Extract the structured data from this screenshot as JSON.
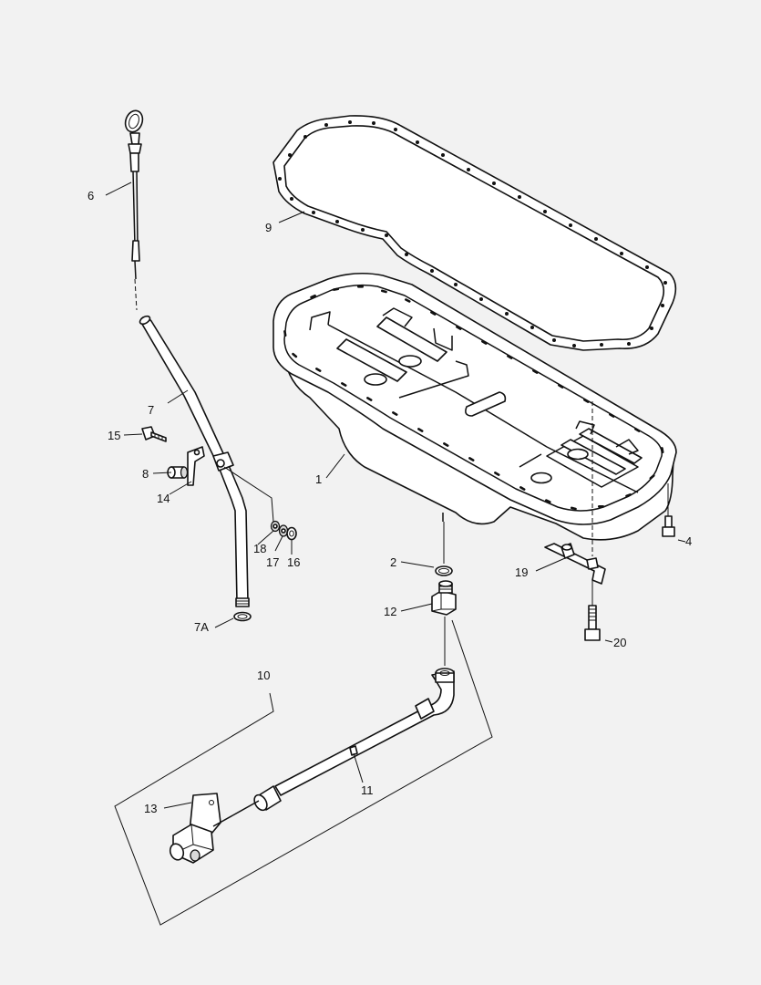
{
  "callouts": [
    {
      "id": "c1",
      "text": "1"
    },
    {
      "id": "c2",
      "text": "2"
    },
    {
      "id": "c4",
      "text": "4"
    },
    {
      "id": "c6",
      "text": "6"
    },
    {
      "id": "c7",
      "text": "7"
    },
    {
      "id": "c7a",
      "text": "7A"
    },
    {
      "id": "c8",
      "text": "8"
    },
    {
      "id": "c9",
      "text": "9"
    },
    {
      "id": "c10",
      "text": "10"
    },
    {
      "id": "c11",
      "text": "11"
    },
    {
      "id": "c12",
      "text": "12"
    },
    {
      "id": "c13",
      "text": "13"
    },
    {
      "id": "c14",
      "text": "14"
    },
    {
      "id": "c15",
      "text": "15"
    },
    {
      "id": "c16",
      "text": "16"
    },
    {
      "id": "c17",
      "text": "17"
    },
    {
      "id": "c18",
      "text": "18"
    },
    {
      "id": "c19",
      "text": "19"
    },
    {
      "id": "c20",
      "text": "20"
    }
  ]
}
